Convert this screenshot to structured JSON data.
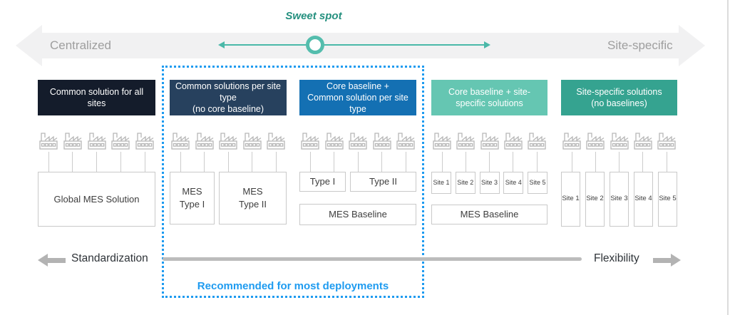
{
  "sweet_spot": {
    "label": "Sweet spot"
  },
  "spectrum": {
    "left": "Centralized",
    "right": "Site-specific"
  },
  "bottom_axis": {
    "left": "Standardization",
    "right": "Flexibility"
  },
  "recommendation": {
    "label": "Recommended for most deployments",
    "color": "#1e9bf0"
  },
  "colors": {
    "spectrum_accent": "#4ab8a8",
    "band_gray": "#f1f1f2",
    "axis_gray": "#bcbcbc"
  },
  "icons": {
    "site": "factory-icon"
  },
  "columns": [
    {
      "header": "Common solution for all sites",
      "header_color": "#141c2b",
      "site_count": 5,
      "box": "Global MES Solution"
    },
    {
      "header": "Common solutions per site type\n(no core baseline)",
      "header_color": "#27415e",
      "site_count": 5,
      "boxes": [
        "MES\nType I",
        "MES\nType II"
      ]
    },
    {
      "header": "Core baseline +\nCommon solution per site type",
      "header_color": "#1470b3",
      "site_count": 5,
      "boxes": [
        "Type I",
        "Type II"
      ],
      "baseline_box": "MES Baseline"
    },
    {
      "header": "Core baseline + site-specific solutions",
      "header_color": "#65c6b2",
      "site_count": 5,
      "boxes": [
        "Site 1",
        "Site 2",
        "Site 3",
        "Site 4",
        "Site 5"
      ],
      "baseline_box": "MES Baseline"
    },
    {
      "header": "Site-specific solutions\n(no baselines)",
      "header_color": "#35a390",
      "site_count": 5,
      "boxes": [
        "Site 1",
        "Site 2",
        "Site 3",
        "Site 4",
        "Site 5"
      ]
    }
  ]
}
